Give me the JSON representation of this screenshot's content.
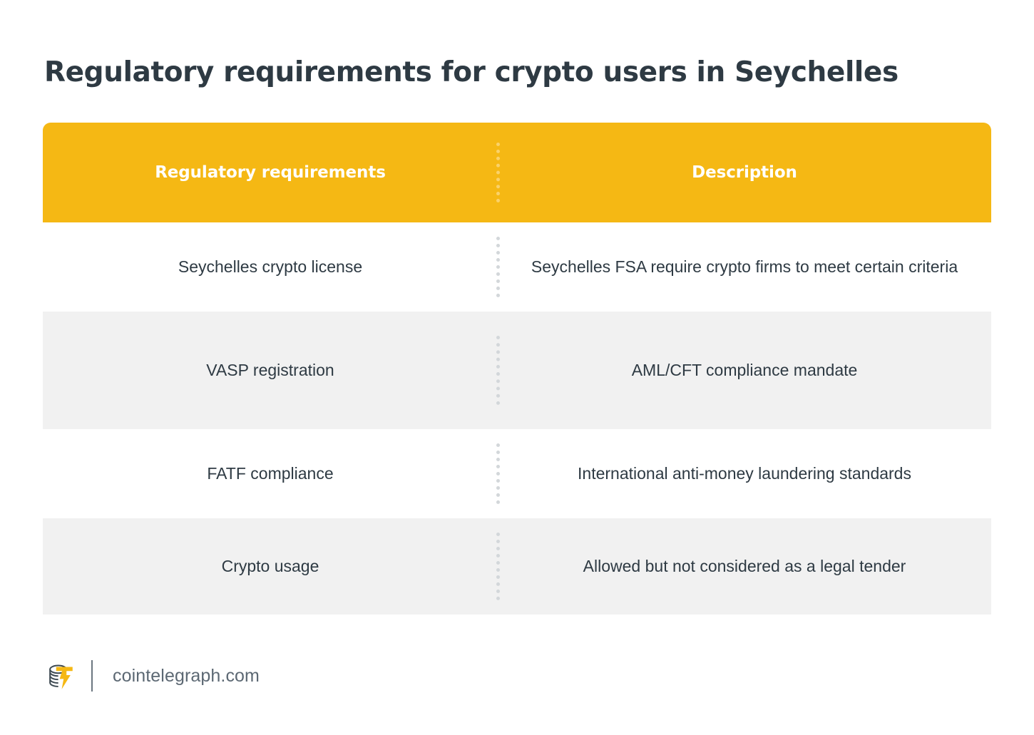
{
  "page": {
    "title": "Regulatory requirements for crypto users in Seychelles",
    "background_color": "#FFFFFF",
    "text_color": "#2E3A43"
  },
  "colors": {
    "header_yellow": "#F5B814",
    "header_divider_dot": "#FAD26B",
    "row_alt_gray": "#F1F1F1",
    "body_divider_dot": "#D3D7DA",
    "body_text": "#2E3A43",
    "footer_text": "#5C6873",
    "logo_yellow": "#F5B814",
    "logo_dark": "#3E4A52"
  },
  "table": {
    "columns": [
      {
        "header": "Regulatory requirements"
      },
      {
        "header": "Description"
      }
    ],
    "rows": [
      {
        "requirement": "Seychelles crypto license",
        "description": "Seychelles FSA require crypto firms to meet certain criteria",
        "shaded": false
      },
      {
        "requirement": "VASP registration",
        "description": "AML/CFT compliance mandate",
        "shaded": true
      },
      {
        "requirement": "FATF compliance",
        "description": "International anti-money laundering standards",
        "shaded": false
      },
      {
        "requirement": "Crypto usage",
        "description": "Allowed but not considered as a legal tender",
        "shaded": true
      }
    ]
  },
  "footer": {
    "logo_icon": "cointelegraph-coin-stack-bolt-icon",
    "site": "cointelegraph.com"
  }
}
